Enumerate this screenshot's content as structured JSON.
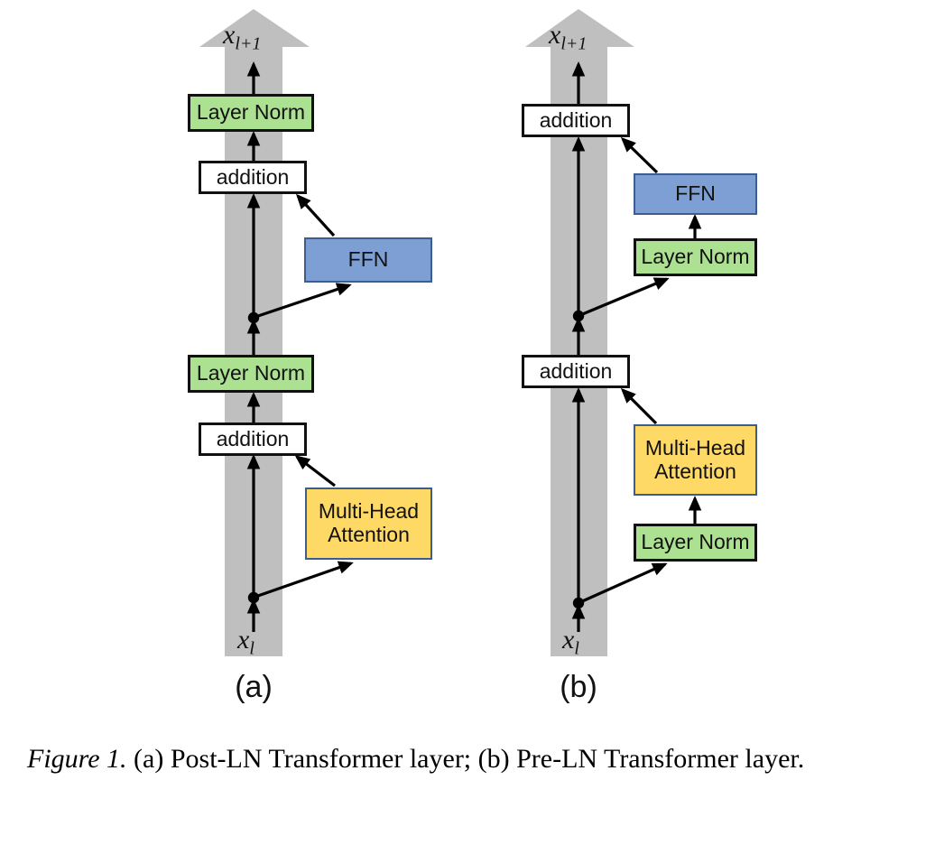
{
  "figure": {
    "caption_lead": "Figure 1.",
    "caption_text": " (a) Post-LN Transformer layer; (b) Pre-LN Transformer layer.",
    "panels": [
      {
        "id": "a",
        "label": "(a)",
        "title": "Post-LN Transformer layer"
      },
      {
        "id": "b",
        "label": "(b)",
        "title": "Pre-LN Transformer layer"
      }
    ]
  },
  "colors": {
    "layer_norm_fill": "#ace191",
    "layer_norm_stroke": "#111111",
    "addition_fill": "#ffffff",
    "addition_stroke": "#111111",
    "ffn_fill": "#7d9fd3",
    "ffn_stroke": "#3c5d8f",
    "mha_fill": "#ffd966",
    "mha_stroke": "#3c5d8f",
    "residual_arrow_fill": "#bfbfbf",
    "edge_stroke": "#000000",
    "background": "#ffffff"
  },
  "labels": {
    "layer_norm": "Layer Norm",
    "addition": "addition",
    "ffn": "FFN",
    "multi_head_attention_line1": "Multi-Head",
    "multi_head_attention_line2": "Attention",
    "input_symbol": "x",
    "input_subscript": "l",
    "output_symbol": "x",
    "output_subscript": "l+1"
  },
  "panel_a": {
    "name": "post-ln-transformer-layer",
    "nodes": [
      {
        "id": "a-ln-top",
        "type": "layer-norm",
        "label": "Layer Norm"
      },
      {
        "id": "a-add-top",
        "type": "addition",
        "label": "addition"
      },
      {
        "id": "a-ffn",
        "type": "ffn",
        "label": "FFN"
      },
      {
        "id": "a-ln-bottom",
        "type": "layer-norm",
        "label": "Layer Norm"
      },
      {
        "id": "a-add-bottom",
        "type": "addition",
        "label": "addition"
      },
      {
        "id": "a-mha",
        "type": "mha",
        "label": "Multi-Head Attention"
      }
    ],
    "order_bottom_to_top": [
      "x_l",
      "Multi-Head Attention",
      "addition",
      "Layer Norm",
      "FFN",
      "addition",
      "Layer Norm",
      "x_l+1"
    ]
  },
  "panel_b": {
    "name": "pre-ln-transformer-layer",
    "nodes": [
      {
        "id": "b-add-top",
        "type": "addition",
        "label": "addition"
      },
      {
        "id": "b-ffn",
        "type": "ffn",
        "label": "FFN"
      },
      {
        "id": "b-ln-top",
        "type": "layer-norm",
        "label": "Layer Norm"
      },
      {
        "id": "b-add-bottom",
        "type": "addition",
        "label": "addition"
      },
      {
        "id": "b-mha",
        "type": "mha",
        "label": "Multi-Head Attention"
      },
      {
        "id": "b-ln-bottom",
        "type": "layer-norm",
        "label": "Layer Norm"
      }
    ],
    "order_bottom_to_top": [
      "x_l",
      "Layer Norm",
      "Multi-Head Attention",
      "addition",
      "Layer Norm",
      "FFN",
      "addition",
      "x_l+1"
    ]
  }
}
